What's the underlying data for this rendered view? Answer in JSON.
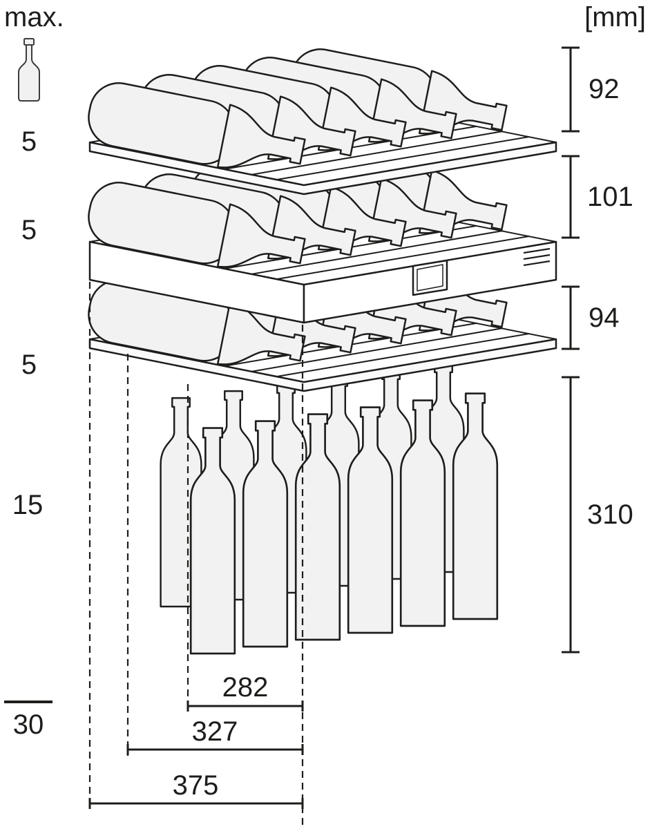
{
  "header": {
    "max_label": "max.",
    "unit_label": "[mm]"
  },
  "left_column": {
    "clearances": [
      "5",
      "5",
      "5",
      "15"
    ],
    "base_clearance": "30"
  },
  "right_dimensions": [
    "92",
    "101",
    "94",
    "310"
  ],
  "bottom_dimensions": [
    "282",
    "327",
    "375"
  ],
  "icons": {
    "max_bottle_icon": "standing-wine-bottle",
    "diagram": "wine-cooler-shelves-isometric-bottle-loading"
  },
  "colors": {
    "line": "#1d1d1b",
    "bottle_fill": "#f2f2f2",
    "background": "#ffffff"
  }
}
